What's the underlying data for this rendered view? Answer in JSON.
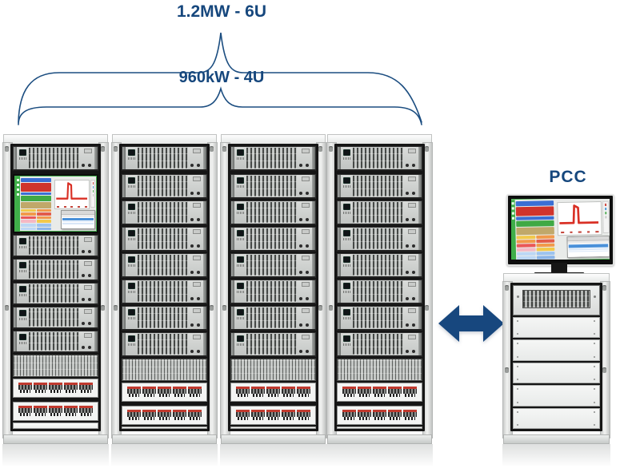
{
  "labels": {
    "brace_top": "1.2MW - 6U",
    "brace_bottom": "960kW - 4U",
    "pcc": "PCC"
  },
  "colors": {
    "accent_navy": "#17477E",
    "brace_stroke": "#1B4D80",
    "breaker_red": "#C13A2F",
    "screen_bezel_green": "#45B04E"
  },
  "racks": [
    {
      "id": "rack-1",
      "psus_top": 1,
      "has_control_screen": true,
      "psus_bottom": 5,
      "vent_panels": 1,
      "breaker_rows": 2,
      "breakers_per_row": 5
    },
    {
      "id": "rack-2",
      "psus_top": 1,
      "has_control_screen": false,
      "psus_bottom": 7,
      "vent_panels": 1,
      "breaker_rows": 2,
      "breakers_per_row": 5
    },
    {
      "id": "rack-3",
      "psus_top": 1,
      "has_control_screen": false,
      "psus_bottom": 7,
      "vent_panels": 1,
      "breaker_rows": 2,
      "breakers_per_row": 5
    },
    {
      "id": "rack-4",
      "psus_top": 1,
      "has_control_screen": false,
      "psus_bottom": 7,
      "vent_panels": 1,
      "breaker_rows": 2,
      "breakers_per_row": 5
    }
  ],
  "pcc_station": {
    "label": "PCC",
    "has_monitor": true,
    "vent_units": 1,
    "blank_panels": 5
  },
  "arrow": {
    "type": "double-headed-horizontal",
    "color": "#17477E"
  },
  "control_screen": {
    "sidebar_green": "#3FAE49",
    "panel_rows": [
      "#3B6FD4",
      "#D0342C",
      "#3B6FD4",
      "#3FA944",
      "#C0A86A"
    ],
    "grid_rows": [
      [
        "#F2C94C",
        "#F2994A"
      ],
      [
        "#F2994A",
        "#E25C4A"
      ],
      [
        "#EB5757",
        "#F2994A"
      ],
      [
        "#F5B8C4",
        "#F2C94C"
      ],
      [
        "#BCD7F5",
        "#9CC3EF"
      ],
      [
        "#BCD7F5",
        "#8AB4E8"
      ]
    ],
    "chart_line": "#D93025",
    "popup_bar": "#4A90D9"
  }
}
